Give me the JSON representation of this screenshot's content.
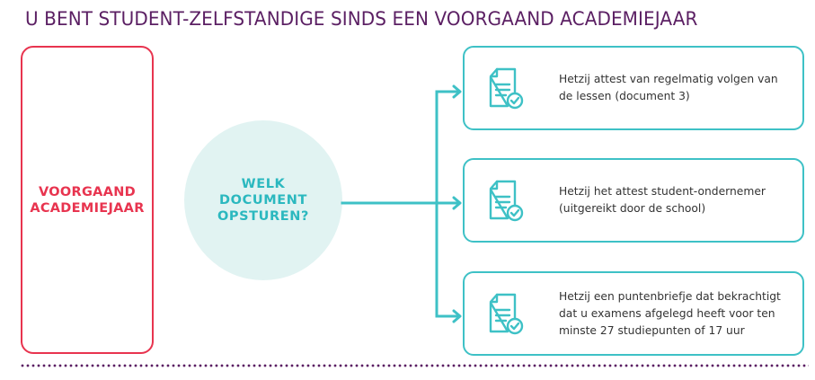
{
  "title": "U BENT STUDENT-ZELFSTANDIGE SINDS EEN VOORGAAND ACADEMIEJAAR",
  "left_box": {
    "line1": "VOORGAAND",
    "line2": "ACADEMIEJAAR",
    "color": "#e8344f"
  },
  "question": {
    "line1": "WELK",
    "line2": "DOCUMENT",
    "line3": "OPSTUREN?",
    "color": "#2bb8bf",
    "background": "#e1f3f2"
  },
  "options": [
    {
      "icon": "document-check-icon",
      "lines": [
        "Hetzij attest van regelmatig volgen van",
        "de lessen (document 3)"
      ]
    },
    {
      "icon": "document-check-icon",
      "lines": [
        "Hetzij het attest student-ondernemer",
        "(uitgereikt door de school)"
      ]
    },
    {
      "icon": "document-check-icon",
      "lines": [
        "Hetzij een puntenbriefje dat bekrachtigt",
        "dat u examens afgelegd heeft voor ten",
        "minste 27 studiepunten of 17 uur"
      ]
    }
  ],
  "colors": {
    "title": "#5b1f63",
    "accent_teal": "#3ec1c6",
    "accent_red": "#e8344f",
    "divider_dots": "#5b1f63"
  }
}
